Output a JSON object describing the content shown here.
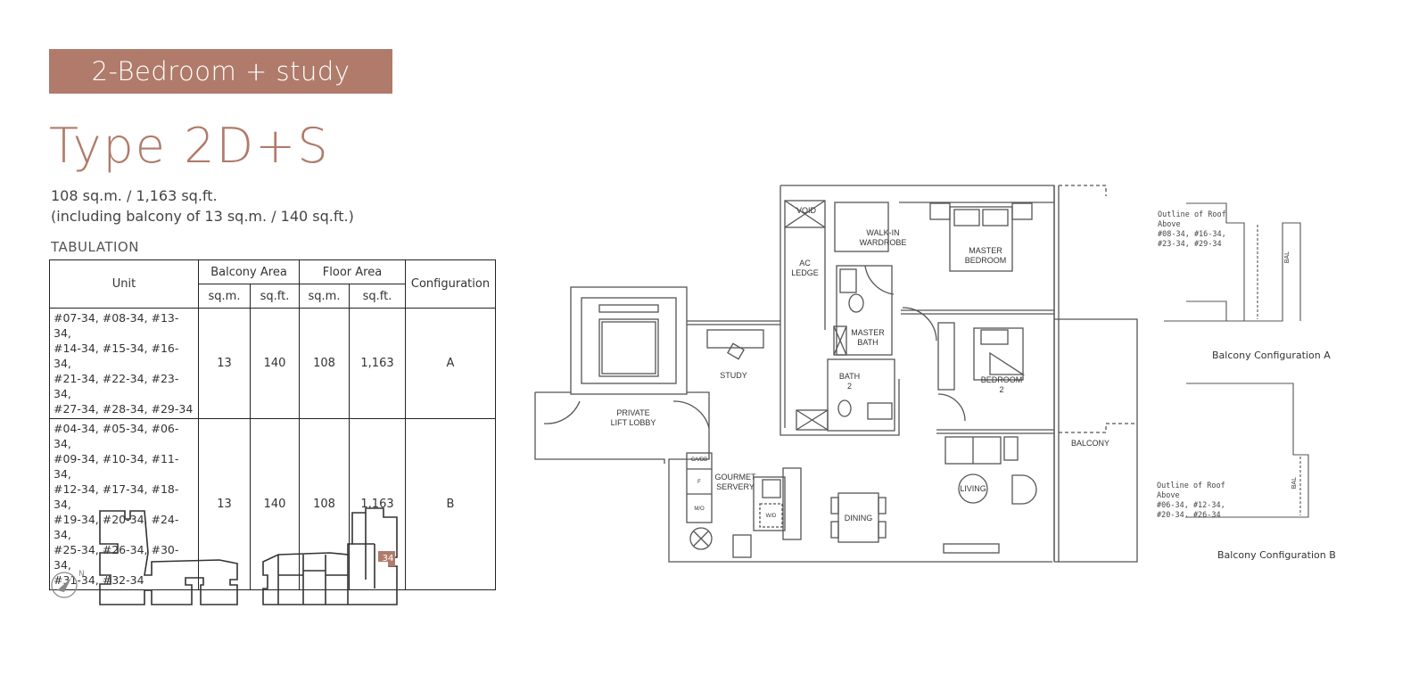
{
  "header": {
    "category": "2-Bedroom + study",
    "type_title": "Type 2D+S",
    "area_line": "108 sq.m. / 1,163 sq.ft.",
    "balcony_line": "(including balcony of 13 sq.m. / 140 sq.ft.)",
    "tabulation_label": "TABULATION",
    "accent_color": "#b07b6a"
  },
  "table": {
    "headers": {
      "unit": "Unit",
      "balcony_area": "Balcony Area",
      "floor_area": "Floor Area",
      "configuration": "Configuration",
      "sqm": "sq.m.",
      "sqft": "sq.ft."
    },
    "rows": [
      {
        "units": [
          "#07-34, #08-34, #13-34,",
          "#14-34, #15-34, #16-34,",
          "#21-34, #22-34, #23-34,",
          "#27-34, #28-34, #29-34"
        ],
        "balcony_sqm": "13",
        "balcony_sqft": "140",
        "floor_sqm": "108",
        "floor_sqft": "1,163",
        "configuration": "A"
      },
      {
        "units": [
          "#04-34, #05-34, #06-34,",
          "#09-34, #10-34, #11-34,",
          "#12-34, #17-34, #18-34,",
          "#19-34, #20-34, #24-34,",
          "#25-34, #26-34, #30-34,",
          "#31-34, #32-34"
        ],
        "balcony_sqm": "13",
        "balcony_sqft": "140",
        "floor_sqm": "108",
        "floor_sqft": "1,163",
        "configuration": "B"
      }
    ]
  },
  "site_plan": {
    "north_label": "N",
    "highlight_unit": "34",
    "compass_icon": "north-arrow-icon"
  },
  "floor_plan": {
    "rooms": {
      "void": "VOID",
      "ac_ledge_1": "AC",
      "ac_ledge_2": "LEDGE",
      "walk_in_1": "WALK-IN",
      "walk_in_2": "WARDROBE",
      "master_bedroom_1": "MASTER",
      "master_bedroom_2": "BEDROOM",
      "master_bath_1": "MASTER",
      "master_bath_2": "BATH",
      "study": "STUDY",
      "bath2_1": "BATH",
      "bath2_2": "2",
      "bedroom2_1": "BEDROOM",
      "bedroom2_2": "2",
      "lift_lobby_1": "PRIVATE",
      "lift_lobby_2": "LIFT LOBBY",
      "balcony": "BALCONY",
      "ca_db": "CA/DB",
      "fridge": "F",
      "mo": "M/O",
      "gourmet_1": "GOURMET",
      "gourmet_2": "SERVERY",
      "wd": "W/D",
      "dining": "DINING",
      "living": "LIVING"
    }
  },
  "balcony_configs": {
    "a": {
      "note_1": "Outline of Roof",
      "note_2": "Above",
      "note_3": "#08-34, #16-34,",
      "note_4": "#23-34, #29-34",
      "bal": "BAL",
      "caption": "Balcony Configuration A"
    },
    "b": {
      "note_1": "Outline of Roof",
      "note_2": "Above",
      "note_3": "#06-34, #12-34,",
      "note_4": "#20-34, #26-34",
      "bal": "BAL",
      "caption": "Balcony Configuration B"
    }
  }
}
